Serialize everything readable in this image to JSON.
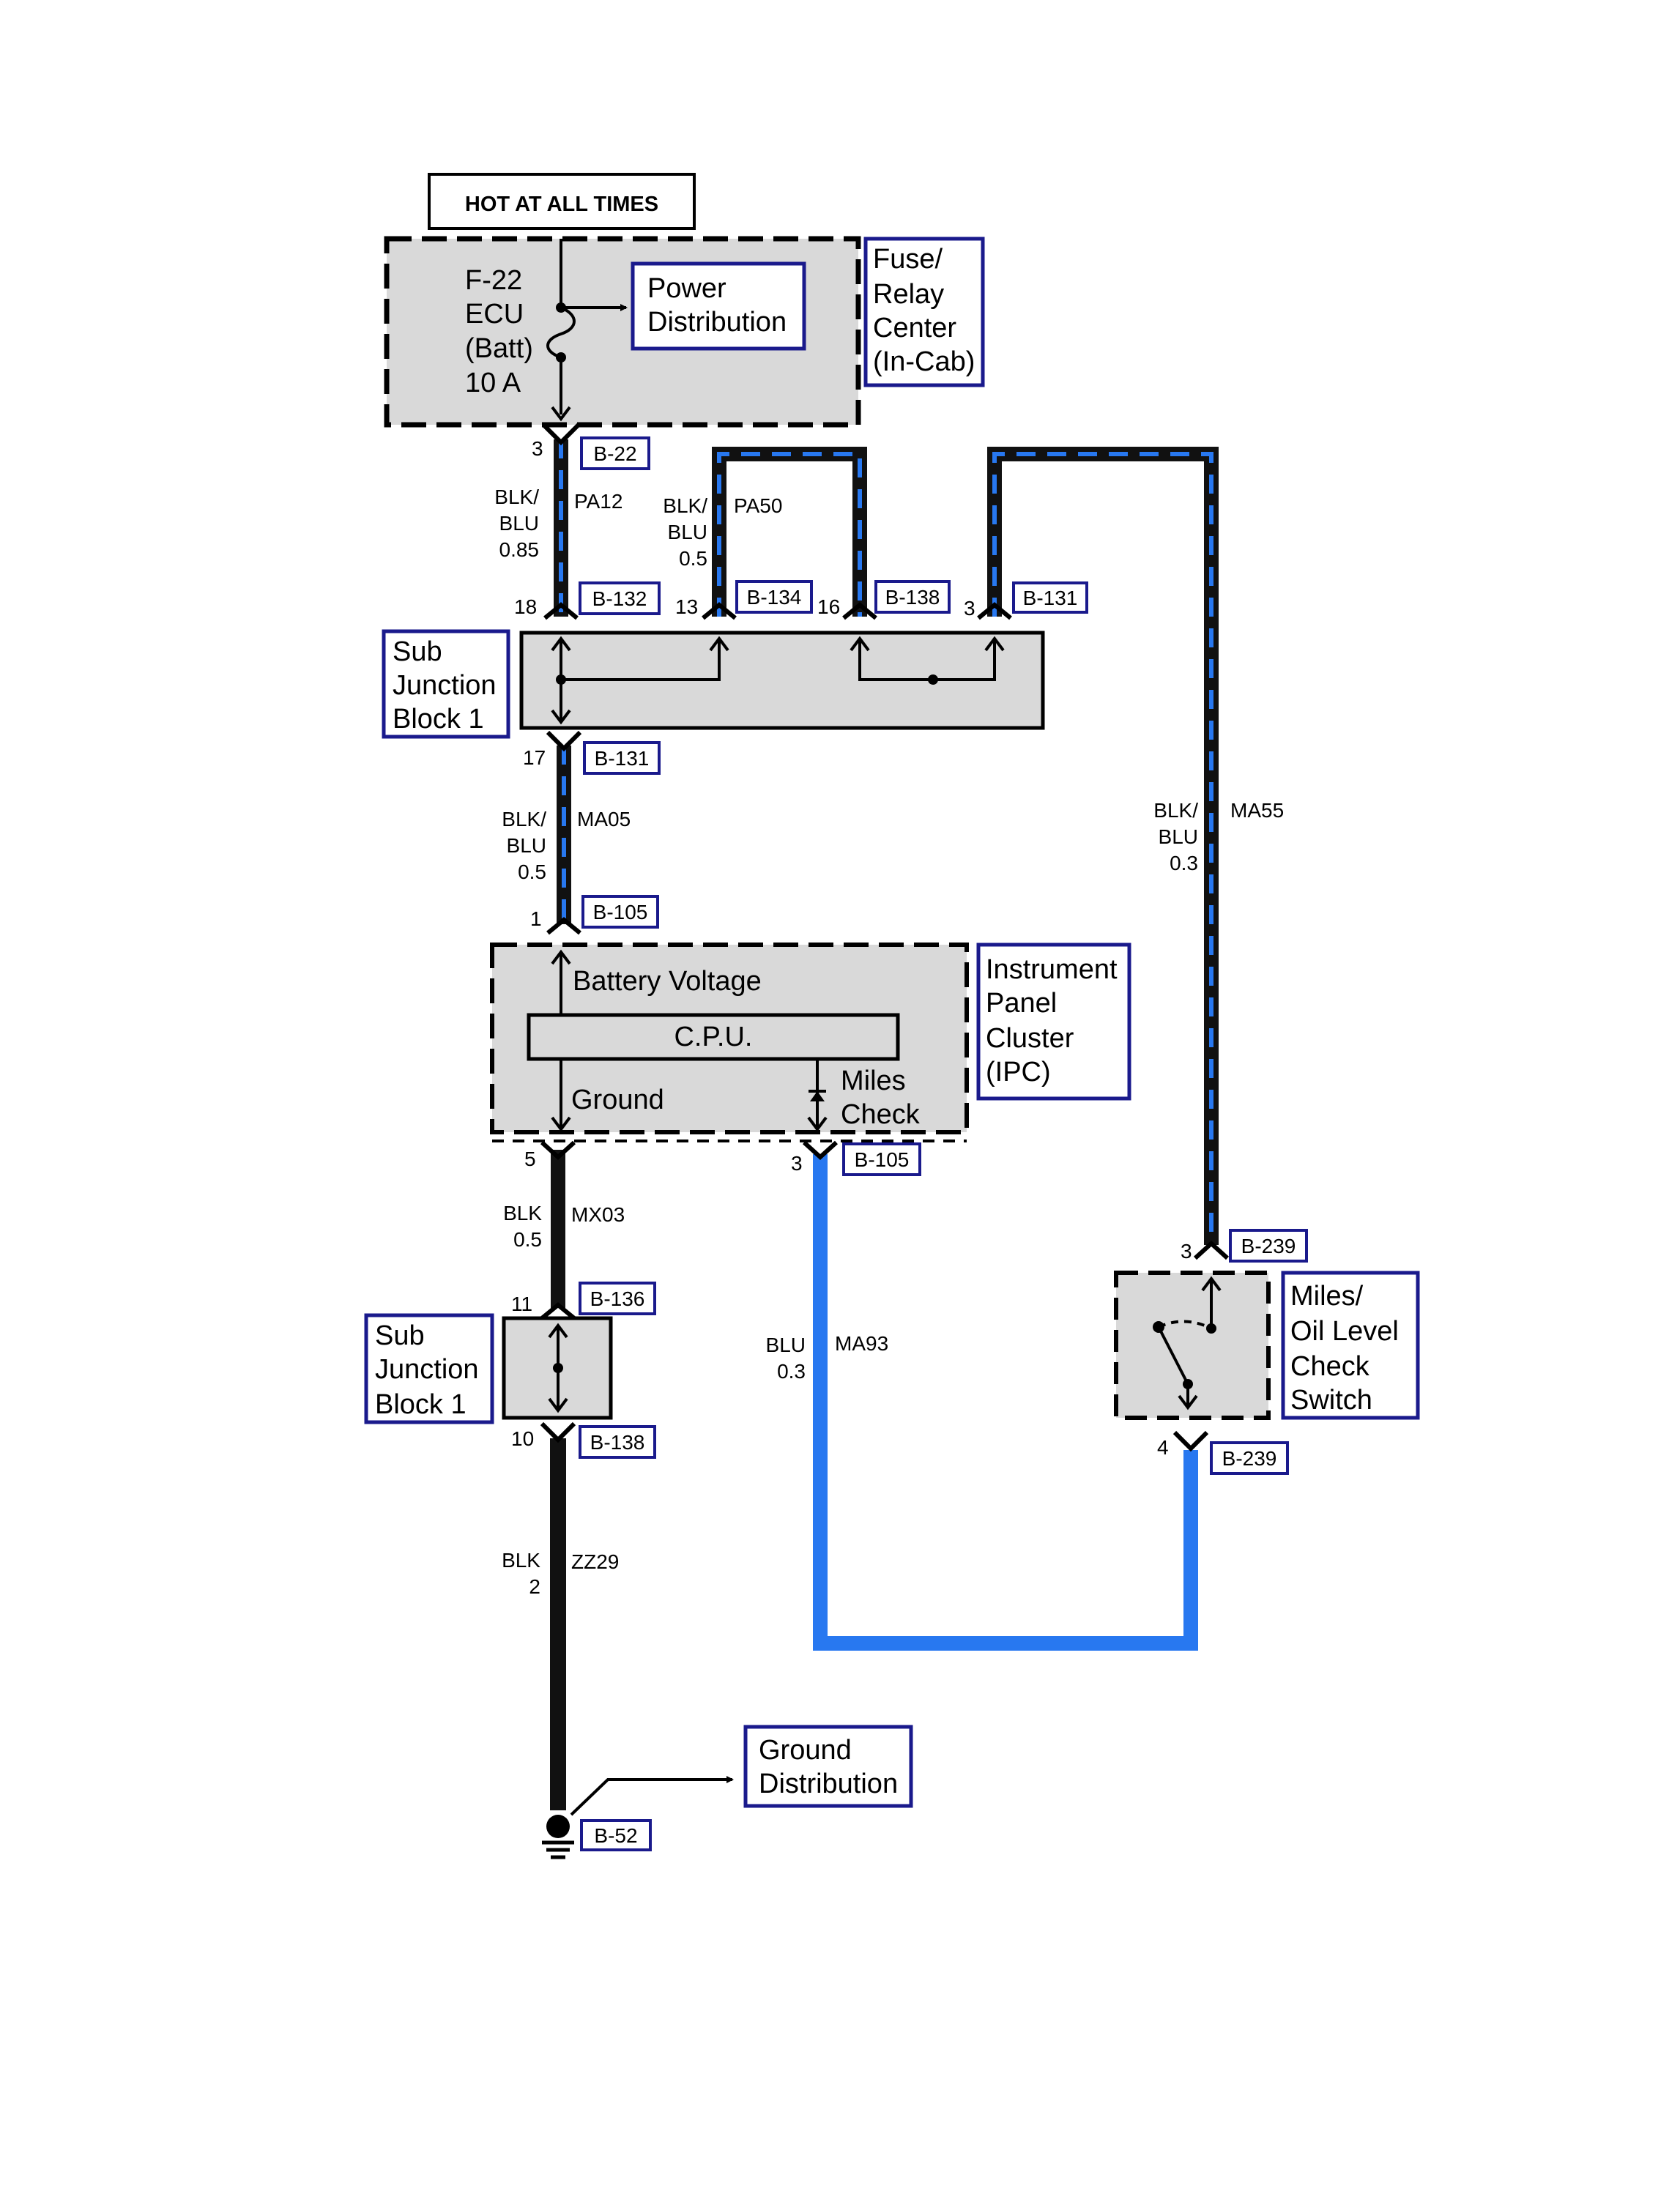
{
  "hot_label": "HOT AT ALL TIMES",
  "fuse": {
    "lines": [
      "F-22",
      "ECU",
      "(Batt)",
      "10 A"
    ]
  },
  "power_distribution": {
    "lines": [
      "Power",
      "Distribution"
    ]
  },
  "fuse_relay_center": {
    "lines": [
      "Fuse/",
      "Relay",
      "Center",
      "(In-Cab)"
    ]
  },
  "sub_junction_block_top": {
    "lines": [
      "Sub",
      "Junction",
      "Block 1"
    ]
  },
  "sub_junction_block_bottom": {
    "lines": [
      "Sub",
      "Junction",
      "Block 1"
    ]
  },
  "ipc": {
    "lines": [
      "Instrument",
      "Panel",
      "Cluster",
      "(IPC)"
    ],
    "battery_voltage": "Battery Voltage",
    "cpu": "C.P.U.",
    "ground": "Ground",
    "miles_check": [
      "Miles",
      "Check"
    ]
  },
  "switch": {
    "lines": [
      "Miles/",
      "Oil Level",
      "Check",
      "Switch"
    ]
  },
  "ground_distribution": {
    "lines": [
      "Ground",
      "Distribution"
    ]
  },
  "connectors": {
    "b22": {
      "id": "B-22",
      "pin": "3"
    },
    "b132": {
      "id": "B-132",
      "pin": "18"
    },
    "b134": {
      "id": "B-134",
      "pin": "13"
    },
    "b138_top": {
      "id": "B-138",
      "pin": "16"
    },
    "b131_top": {
      "id": "B-131",
      "pin": "3"
    },
    "b131_bot": {
      "id": "B-131",
      "pin": "17"
    },
    "b105_in": {
      "id": "B-105",
      "pin": "1"
    },
    "b105_gnd": {
      "pin": "5"
    },
    "b105_out": {
      "id": "B-105",
      "pin": "3"
    },
    "b136": {
      "id": "B-136",
      "pin": "11"
    },
    "b138_bot": {
      "id": "B-138",
      "pin": "10"
    },
    "b239_top": {
      "id": "B-239",
      "pin": "3"
    },
    "b239_bot": {
      "id": "B-239",
      "pin": "4"
    },
    "b52": {
      "id": "B-52"
    }
  },
  "wires": {
    "pa12": {
      "color": [
        "BLK/",
        "BLU",
        "0.85"
      ],
      "circuit": "PA12"
    },
    "pa50": {
      "color": [
        "BLK/",
        "BLU",
        "0.5"
      ],
      "circuit": "PA50"
    },
    "ma05": {
      "color": [
        "BLK/",
        "BLU",
        "0.5"
      ],
      "circuit": "MA05"
    },
    "ma55": {
      "color": [
        "BLK/",
        "BLU",
        "0.3"
      ],
      "circuit": "MA55"
    },
    "mx03": {
      "color": [
        "BLK",
        "0.5"
      ],
      "circuit": "MX03"
    },
    "ma93": {
      "color": [
        "BLU",
        "0.3"
      ],
      "circuit": "MA93"
    },
    "zz29": {
      "color": [
        "BLK",
        "2"
      ],
      "circuit": "ZZ29"
    }
  },
  "colors": {
    "wire_black": "#111111",
    "wire_blue": "#2878f0",
    "tag_border": "#1a1a8c",
    "component_fill": "#d9d9d9"
  }
}
